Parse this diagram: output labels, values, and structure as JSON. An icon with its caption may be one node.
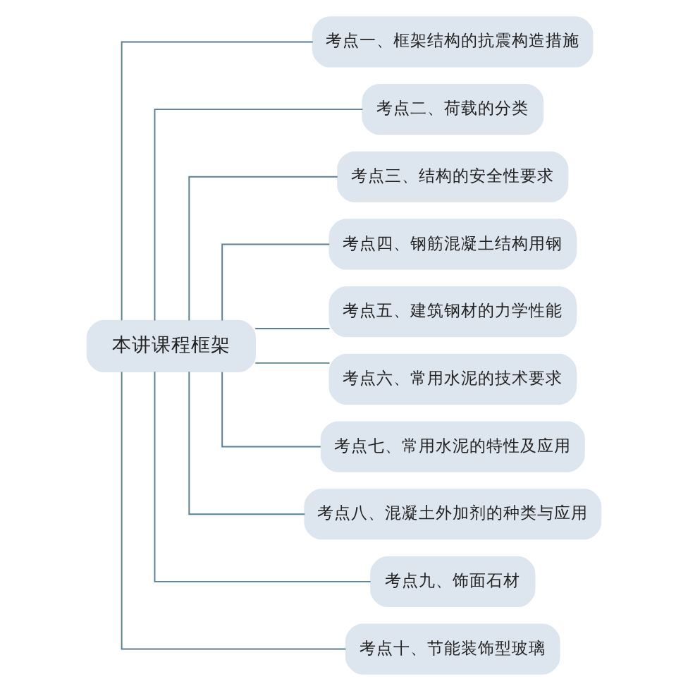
{
  "diagram": {
    "nodes": [
      {
        "text": [
          "本讲课程框架"
        ]
      },
      {
        "text": [
          "考点一、框架结构的抗震构造措施"
        ]
      },
      {
        "text": [
          "考点二、荷载的分类"
        ]
      },
      {
        "text": [
          "考点三、结构的安全性要求"
        ]
      },
      {
        "text": [
          "考点四、钢筋混凝土结构用钢"
        ]
      },
      {
        "text": [
          "考点五、建筑钢材的力学性能"
        ]
      },
      {
        "text": [
          "考点六、常用水泥的技术要求"
        ]
      },
      {
        "text": [
          "考点七、常用水泥的特性及应用"
        ]
      },
      {
        "text": [
          "考点八、混凝土外加剂的种类与应用"
        ]
      },
      {
        "text": [
          "考点九、饰面石材"
        ]
      },
      {
        "text": [
          "考点十、节能装饰型玻璃"
        ]
      }
    ],
    "edges": [
      {
        "from": 0,
        "to": 1,
        "arrow": "none"
      },
      {
        "from": 0,
        "to": 2,
        "arrow": "none"
      },
      {
        "from": 0,
        "to": 3,
        "arrow": "none"
      },
      {
        "from": 0,
        "to": 4,
        "arrow": "none"
      },
      {
        "from": 0,
        "to": 5,
        "arrow": "none"
      },
      {
        "from": 0,
        "to": 6,
        "arrow": "none"
      },
      {
        "from": 0,
        "to": 7,
        "arrow": "none"
      },
      {
        "from": 0,
        "to": 8,
        "arrow": "none"
      },
      {
        "from": 0,
        "to": 9,
        "arrow": "none"
      },
      {
        "from": 0,
        "to": 10,
        "arrow": "none"
      }
    ]
  }
}
